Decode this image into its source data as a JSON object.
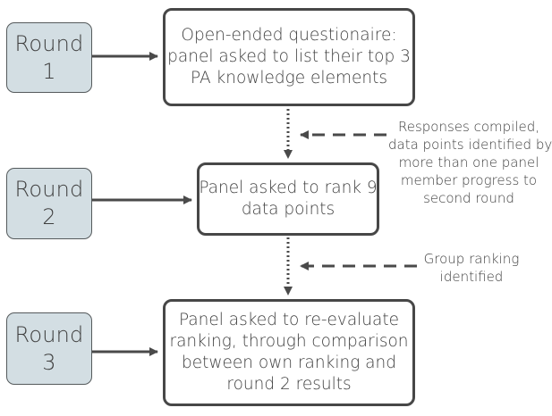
{
  "colors": {
    "round_fill": "#d3dee3",
    "round_border": "#555a5c",
    "box_border": "#474747",
    "text": "#3f3f3f",
    "arrow": "#4a4a4a"
  },
  "rounds": [
    {
      "lines": [
        "Round",
        "1"
      ]
    },
    {
      "lines": [
        "Round",
        "2"
      ]
    },
    {
      "lines": [
        "Round",
        "3"
      ]
    }
  ],
  "steps": [
    {
      "lines": [
        "Open-ended questionaire:",
        "panel asked to list their top 3",
        "PA knowledge elements"
      ]
    },
    {
      "lines": [
        "Panel asked to rank 9",
        "data points"
      ]
    },
    {
      "lines": [
        "Panel asked to re-evaluate",
        "ranking, through comparison",
        "between own ranking and",
        "round 2 results"
      ]
    }
  ],
  "notes": [
    {
      "lines": [
        "Responses compiled,",
        "data points identified by",
        "more than one panel",
        "member progress to",
        "second round"
      ]
    },
    {
      "lines": [
        "Group ranking",
        "identified"
      ]
    }
  ]
}
